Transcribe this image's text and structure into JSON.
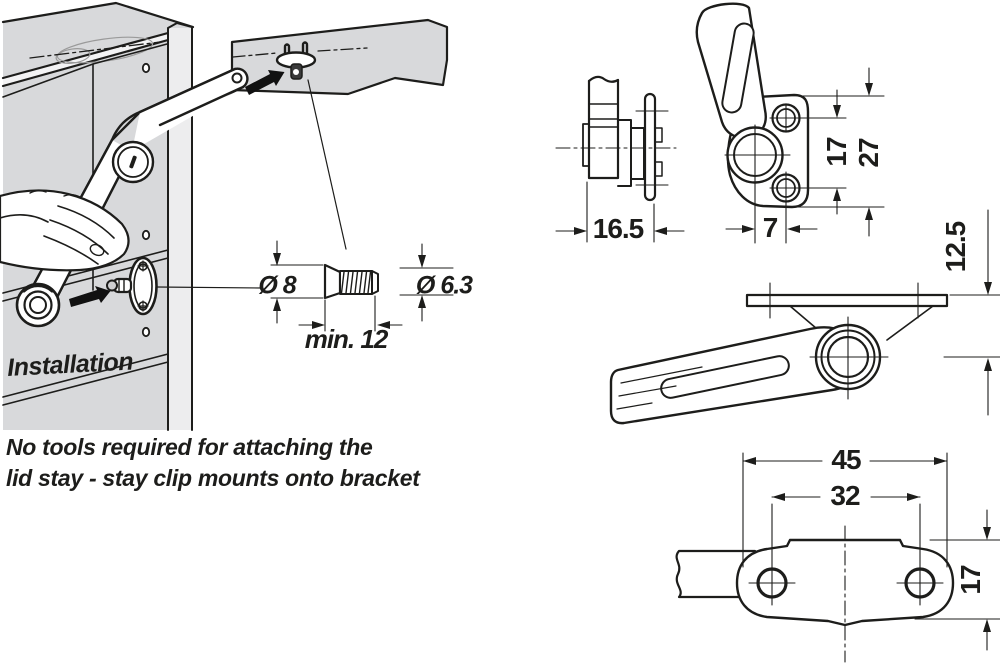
{
  "page": {
    "background": "#ffffff",
    "line_color": "#1d1d1b",
    "panel_gray": "#d8d9db"
  },
  "installation": {
    "label": "Installation"
  },
  "caption": {
    "line1": "No tools required for attaching the",
    "line2": "lid stay - stay clip mounts onto bracket"
  },
  "screw_detail": {
    "head_diameter": "Ø 8",
    "thread_diameter": "Ø 6.3",
    "min_screw_in": "min. 12"
  },
  "dimensions": {
    "clip_side_width": "16.5",
    "pivot_to_holes": "7",
    "bracket_hole_spacing": "17",
    "bracket_height": "27",
    "plate_to_pivot_center": "12.5",
    "plate_length": "45",
    "plate_hole_spacing": "32",
    "plate_width": "17"
  }
}
